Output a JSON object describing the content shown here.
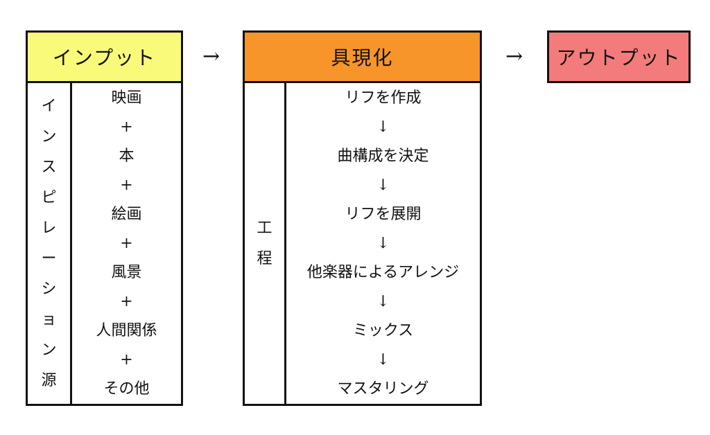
{
  "input": {
    "title": "インプット",
    "side_label_chars": [
      "イ",
      "ン",
      "ス",
      "ピ",
      "レ",
      "ー",
      "シ",
      "ョ",
      "ン",
      "源"
    ],
    "items": [
      "映画",
      "+",
      "本",
      "+",
      "絵画",
      "+",
      "風景",
      "+",
      "人間関係",
      "+",
      "その他"
    ]
  },
  "arrow_1": "→",
  "process": {
    "title": "具現化",
    "side_label_chars": [
      "工",
      "程"
    ],
    "steps": [
      "リフを作成",
      "↓",
      "曲構成を決定",
      "↓",
      "リフを展開",
      "↓",
      "他楽器によるアレンジ",
      "↓",
      "ミックス",
      "↓",
      "マスタリング"
    ]
  },
  "arrow_2": "→",
  "output": {
    "title": "アウトプット"
  },
  "colors": {
    "input_header": "#FAFA7A",
    "process_header": "#F7942A",
    "output_header": "#F47B7B",
    "border": "#111111"
  }
}
